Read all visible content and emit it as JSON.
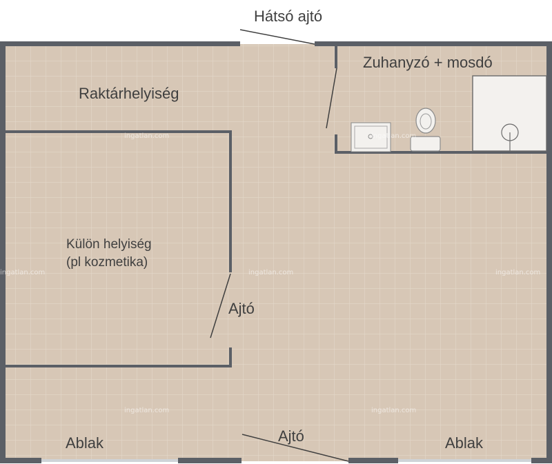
{
  "labels": {
    "back_door": "Hátsó ajtó",
    "shower": "Zuhanyzó + mosdó",
    "storage": "Raktárhelyiség",
    "separate_room_line1": "Külön helyiség",
    "separate_room_line2": "(pl kozmetika)",
    "inner_door": "Ajtó",
    "front_door": "Ajtó",
    "window_left": "Ablak",
    "window_right": "Ablak"
  },
  "watermark": "ingatlan.com",
  "colors": {
    "floor": "#d7c7b6",
    "tile_line": "#e4d8ca",
    "wall": "#5b5f66",
    "text": "#3f3f3f",
    "fixture_fill": "#f3f1ee",
    "fixture_stroke": "#8a8a8a"
  },
  "icons": {
    "shower_tray": "shower-tray-icon",
    "toilet": "toilet-icon",
    "shower_cabin": "shower-cabin-icon"
  }
}
